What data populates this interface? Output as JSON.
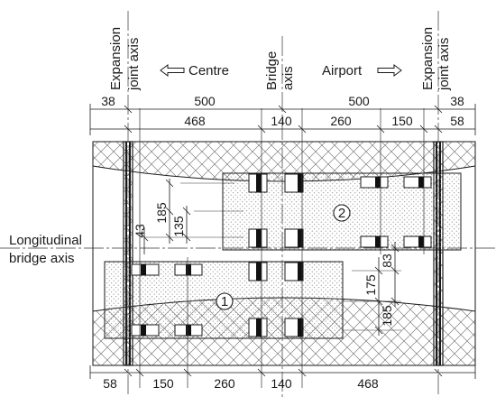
{
  "labels": {
    "expansion_joint_axis": [
      "Expansion",
      "joint axis"
    ],
    "bridge_axis": [
      "Bridge",
      "axis"
    ],
    "centre": "Centre",
    "airport": "Airport",
    "longitudinal_axis": [
      "Longitudinal",
      "bridge axis"
    ]
  },
  "dimensions": {
    "top_row1": [
      "38",
      "500",
      "500",
      "38"
    ],
    "top_row2": [
      "468",
      "140",
      "260",
      "150",
      "58"
    ],
    "bottom_row": [
      "58",
      "150",
      "260",
      "140",
      "468"
    ],
    "truck2_vertical": [
      "185",
      "135",
      "43"
    ],
    "truck1_vertical": [
      "175",
      "83",
      "185"
    ]
  },
  "markers": [
    "1",
    "2"
  ],
  "colors": {
    "line": "#1a1a1a",
    "hatch": "#555555",
    "dots": "#666666",
    "axis": "#333333"
  }
}
